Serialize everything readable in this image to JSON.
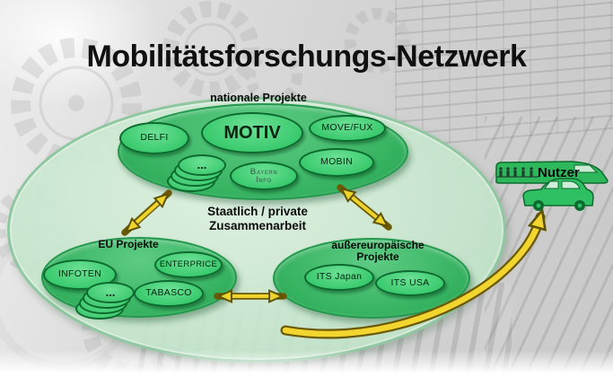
{
  "title": "Mobilitätsforschungs-Netzwerk",
  "network": {
    "center_label_line1": "Staatlich / private",
    "center_label_line2": "Zusammenarbeit",
    "clusters": {
      "national": {
        "label": "nationale Projekte",
        "projects": {
          "motiv": "MOTIV",
          "delfi": "DELFI",
          "move_fux": "MOVE/FUX",
          "mobin": "MOBIN",
          "bayern_info_line1": "Bayern",
          "bayern_info_line2": "Info",
          "more": "..."
        }
      },
      "eu": {
        "label": "EU Projekte",
        "projects": {
          "infoten": "INFOTEN",
          "enterprice": "ENTERPRICE",
          "tabasco": "TABASCO",
          "more": "..."
        }
      },
      "non_european": {
        "label_line1": "außereuropäische",
        "label_line2": "Projekte",
        "projects": {
          "its_japan": "ITS Japan",
          "its_usa": "ITS USA"
        }
      }
    }
  },
  "user": {
    "label": "Nutzer"
  },
  "colors": {
    "cluster_green": "#35b260",
    "project_green": "#38c96c",
    "outer_ellipse_green": "#cfe9d4",
    "ellipse_border_green": "#0d6a2f",
    "arrow_gold": "#eed42b",
    "arrow_outline": "#6b5a05",
    "title_color": "#101010"
  }
}
